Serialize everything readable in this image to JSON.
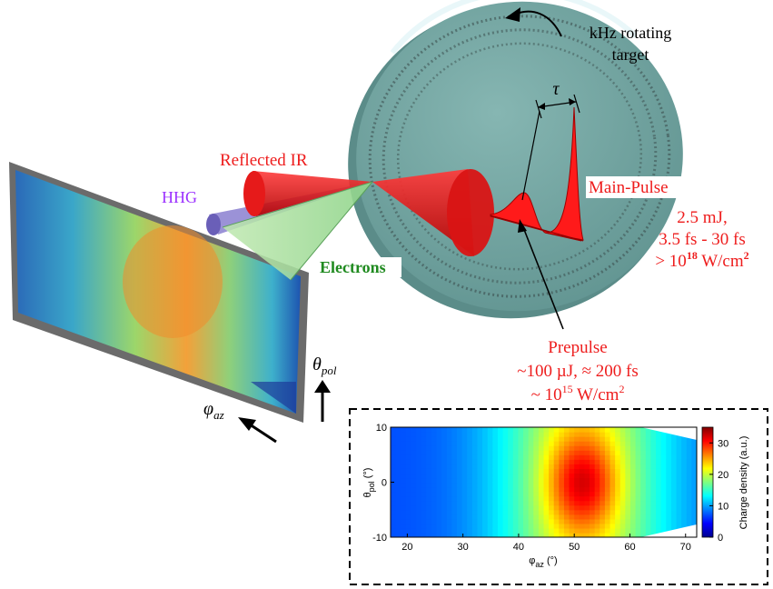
{
  "labels": {
    "target": [
      "kHz rotating",
      "target"
    ],
    "tau": "τ",
    "reflected_ir": "Reflected IR",
    "hhg": "HHG",
    "electrons": "Electrons",
    "main_pulse": "Main-Pulse",
    "main_energy": "2.5 mJ,",
    "main_duration": "3.5 fs - 30 fs",
    "main_intensity_base": "> 10",
    "main_intensity_exp": "18",
    "main_intensity_unit": " W/cm",
    "main_intensity_unit_exp": "2",
    "prepulse": "Prepulse",
    "prepulse_params": "~100 µJ, ≈ 200 fs",
    "prepulse_intensity_base": "~ 10",
    "prepulse_intensity_exp": "15",
    "prepulse_intensity_unit": " W/cm",
    "prepulse_intensity_unit_exp": "2",
    "theta_pol": "θ",
    "theta_pol_sub": "pol",
    "phi_az": "φ",
    "phi_az_sub": "az"
  },
  "colors": {
    "annotation_red": "#ee1c1c",
    "hhg_purple": "#9b30ff",
    "electrons_green": "#1f8a1f",
    "target_face": "#6fa3a0",
    "beam_red": "#e01010"
  },
  "chart_data": {
    "type": "heatmap",
    "colormap": "jet",
    "x": {
      "label": "φ",
      "label_sub": "az",
      "unit": " (°)",
      "range": [
        17,
        72
      ],
      "ticks": [
        20,
        30,
        40,
        50,
        60,
        70
      ]
    },
    "y": {
      "label": "θ",
      "label_sub": "pol",
      "unit": " (°)",
      "range": [
        -10,
        10
      ],
      "ticks": [
        10,
        0,
        -10
      ]
    },
    "colorbar": {
      "label": "Charge density (a.u.)",
      "range": [
        0,
        35
      ],
      "ticks": [
        30,
        20,
        10,
        0
      ]
    },
    "hotspot": {
      "x_center": 51.5,
      "y_center": 0,
      "peak": 32
    },
    "background_level": 7
  }
}
